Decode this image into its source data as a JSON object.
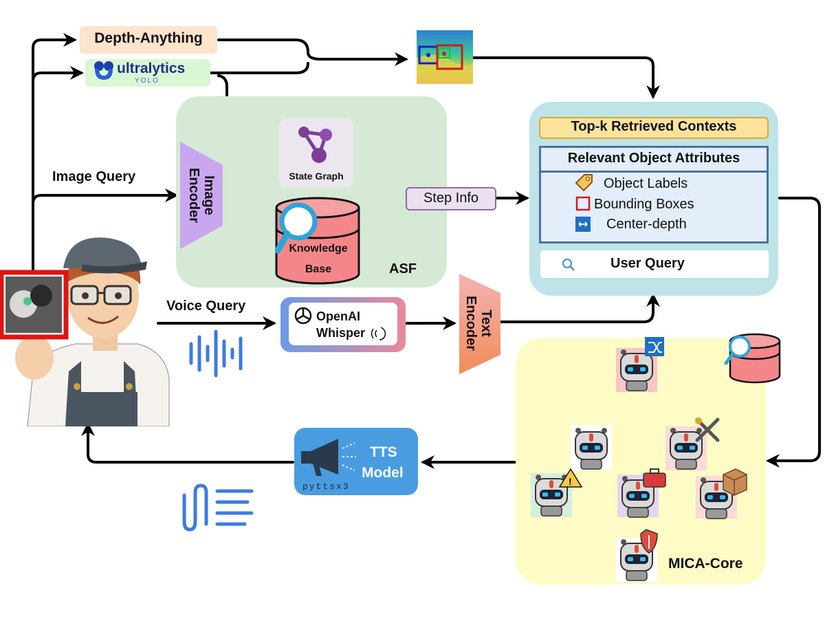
{
  "labels": {
    "depth_anything": "Depth-Anything",
    "ultralytics": "ultralytics",
    "yolo": "YOLO",
    "image_query": "Image Query",
    "voice_query": "Voice Query",
    "image_encoder": "Image Encoder",
    "state_graph": "State Graph",
    "knowledge_base_line1": "Knowledge",
    "knowledge_base_line2": "Base",
    "asf": "ASF",
    "step_info": "Step Info",
    "openai_line1": "OpenAI",
    "openai_line2": "Whisper",
    "text_encoder": "Text Encoder",
    "topk_contexts": "Top-k Retrieved Contexts",
    "relevant_attributes": "Relevant Object Attributes",
    "object_labels": "Object Labels",
    "bounding_boxes": "Bounding Boxes",
    "center_depth": "Center-depth",
    "user_query": "User Query",
    "tts_line1": "TTS",
    "tts_line2": "Model",
    "pyttsx3": "pyttsx3",
    "mica_core": "MICA-Core"
  },
  "icons": [
    "tag-icon",
    "bounding-box-icon",
    "center-depth-icon",
    "search-icon",
    "shuffle-icon",
    "warning-icon",
    "toolbox-icon",
    "tools-icon",
    "package-icon",
    "shield-icon",
    "speaker-icon",
    "waveform-icon",
    "robot-icon",
    "database-icon",
    "graph-icon",
    "openai-icon"
  ],
  "colors": {
    "depth_box": "#fde4cc",
    "yolo_box": "#d9f7d3",
    "asf_panel": "#d6e9d5",
    "state_graph_box": "#ece6ef",
    "knowledge_base": "#f4868a",
    "image_encoder": "#c9a6f0",
    "step_info": "#ebe0f0",
    "context_panel": "#bfe4e8",
    "topk_header": "#fbe39e",
    "attributes_panel": "#e3eefa",
    "mica_panel": "#fefcc4",
    "tts_box": "#4a9ce0",
    "text_encoder": "#f19c7c",
    "arrow": "#000000"
  }
}
